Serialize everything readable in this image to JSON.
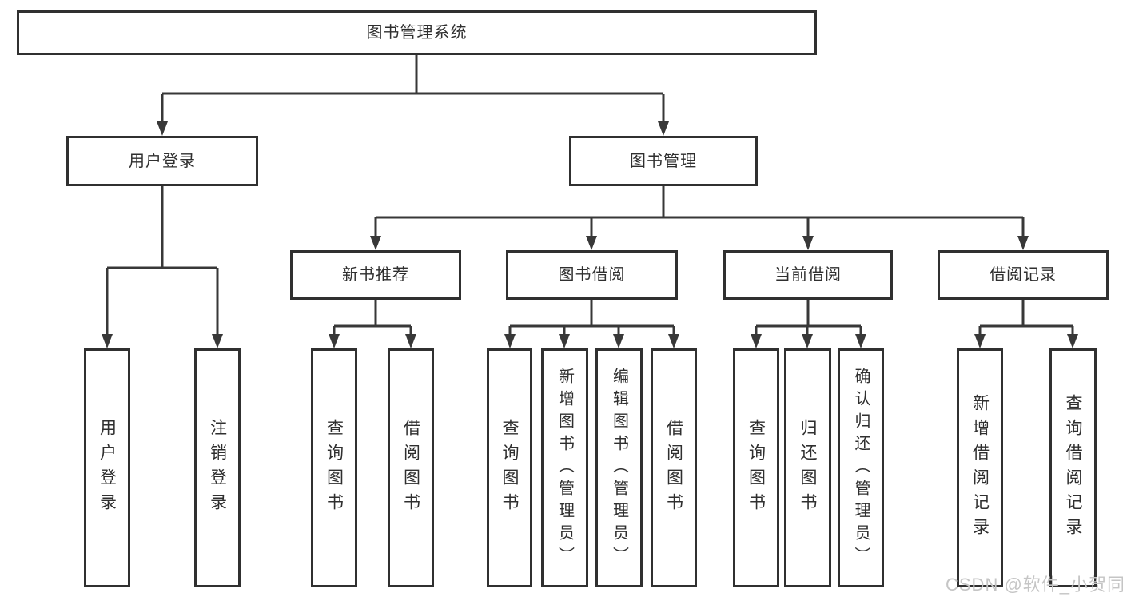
{
  "tree": {
    "label": "图书管理系统",
    "children": [
      {
        "label": "用户登录",
        "children": [
          {
            "label": "用户登录"
          },
          {
            "label": "注销登录"
          }
        ]
      },
      {
        "label": "图书管理",
        "children": [
          {
            "label": "新书推荐",
            "children": [
              {
                "label": "查询图书"
              },
              {
                "label": "借阅图书"
              }
            ]
          },
          {
            "label": "图书借阅",
            "children": [
              {
                "label": "查询图书"
              },
              {
                "label": "新增图书（管理员）"
              },
              {
                "label": "编辑图书（管理员）"
              },
              {
                "label": "借阅图书"
              }
            ]
          },
          {
            "label": "当前借阅",
            "children": [
              {
                "label": "查询图书"
              },
              {
                "label": "归还图书"
              },
              {
                "label": "确认归还（管理员）"
              }
            ]
          },
          {
            "label": "借阅记录",
            "children": [
              {
                "label": "新增借阅记录"
              },
              {
                "label": "查询借阅记录"
              }
            ]
          }
        ]
      }
    ]
  },
  "watermark": "CSDN @软件_小贺同学",
  "colors": {
    "line": "#383838",
    "box_border": "#303030",
    "text": "#2f2f2f",
    "watermark": "#c5c5c5",
    "background": "#ffffff"
  }
}
